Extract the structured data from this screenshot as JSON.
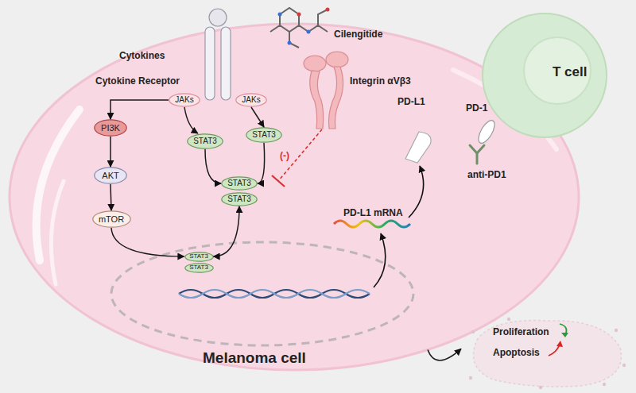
{
  "diagram": {
    "nodes": [
      {
        "text": [
          "Melanoma cell"
        ]
      },
      {
        "text": [
          "T cell"
        ]
      },
      {
        "text": [
          "JAKs"
        ],
        "in": 0
      },
      {
        "text": [
          "JAKs"
        ],
        "in": 0
      },
      {
        "text": [
          "PI3K"
        ],
        "in": 0
      },
      {
        "text": [
          "STAT3"
        ],
        "in": 0
      },
      {
        "text": [
          "STAT3"
        ],
        "in": 0
      },
      {
        "text": [
          "AKT"
        ],
        "in": 0
      },
      {
        "text": [
          "STAT3"
        ],
        "in": 0
      },
      {
        "text": [
          "STAT3"
        ],
        "in": 0
      },
      {
        "text": [
          "mTOR"
        ],
        "in": 0
      },
      {
        "text": [
          "STAT3"
        ],
        "in": 0
      },
      {
        "text": [
          "STAT3"
        ],
        "in": 0
      },
      {
        "text": [
          "Proliferation",
          "Apoptosis"
        ]
      }
    ],
    "edges": [
      {
        "from": 2,
        "to": 4,
        "arrow": "to"
      },
      {
        "from": 2,
        "to": 5,
        "arrow": "to"
      },
      {
        "from": 3,
        "to": 6,
        "arrow": "to"
      },
      {
        "from": 4,
        "to": 7,
        "arrow": "to"
      },
      {
        "from": 7,
        "to": 10,
        "arrow": "to"
      },
      {
        "from": 5,
        "to": 8,
        "arrow": "to"
      },
      {
        "from": 6,
        "to": 8,
        "arrow": "to"
      },
      {
        "from": 10,
        "to": 11,
        "arrow": "to"
      },
      {
        "from": 9,
        "to": 11,
        "arrow": "both"
      },
      {
        "from": 0,
        "to": 13,
        "arrow": "to"
      }
    ],
    "labels": [
      "Cytokines",
      "Cytokine Receptor",
      "Cilengitide",
      "Integrin αVβ3",
      "(-)",
      "PD-L1",
      "PD-1",
      "anti-PD1",
      "PD-L1 mRNA"
    ]
  }
}
